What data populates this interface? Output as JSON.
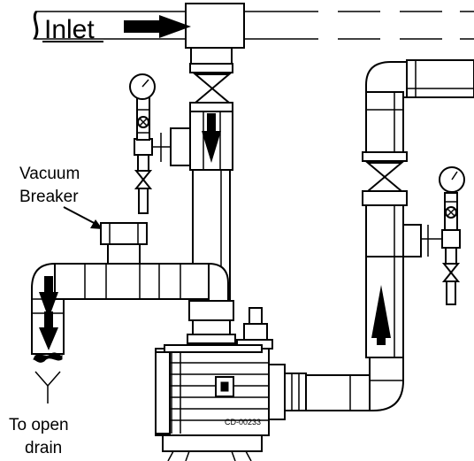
{
  "labels": {
    "inlet": "Inlet",
    "vacuum_breaker": [
      "Vacuum",
      "Breaker"
    ],
    "drain": [
      "To open",
      "drain"
    ],
    "part_code": "CD-00233"
  }
}
